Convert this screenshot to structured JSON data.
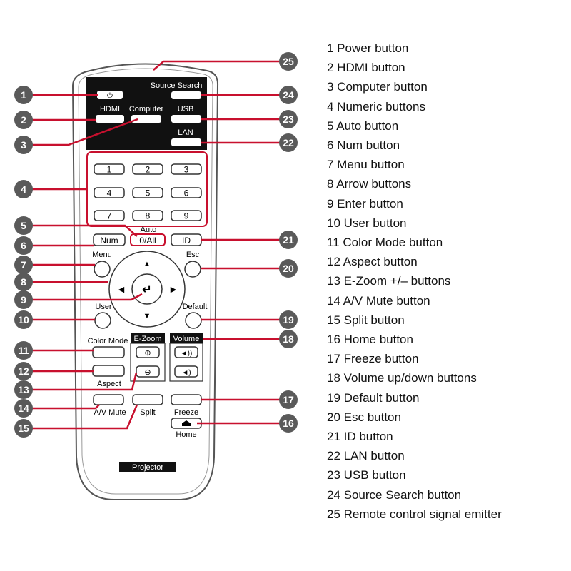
{
  "remote": {
    "top_labels": {
      "power": "⏻",
      "source_search": "Source Search",
      "hdmi": "HDMI",
      "computer": "Computer",
      "usb": "USB",
      "lan": "LAN"
    },
    "numeric_keys": [
      "1",
      "2",
      "3",
      "4",
      "5",
      "6",
      "7",
      "8",
      "9"
    ],
    "labels": {
      "auto": "Auto",
      "zero_all": "0/All",
      "num": "Num",
      "id": "ID",
      "menu": "Menu",
      "esc": "Esc",
      "user": "User",
      "default": "Default",
      "color_mode": "Color Mode",
      "aspect": "Aspect",
      "ezoom": "E-Zoom",
      "volume": "Volume",
      "av_mute": "A/V Mute",
      "split": "Split",
      "freeze": "Freeze",
      "home": "Home",
      "projector": "Projector"
    },
    "callout_numbers": [
      "1",
      "2",
      "3",
      "4",
      "5",
      "6",
      "7",
      "8",
      "9",
      "10",
      "11",
      "12",
      "13",
      "14",
      "15",
      "16",
      "17",
      "18",
      "19",
      "20",
      "21",
      "22",
      "23",
      "24",
      "25"
    ],
    "accent_color": "#c8102e",
    "callout_color": "#5a5a5a"
  },
  "legend": [
    "1 Power button",
    "2 HDMI button",
    "3 Computer button",
    "4 Numeric buttons",
    "5 Auto button",
    "6 Num button",
    "7 Menu button",
    "8 Arrow buttons",
    "9 Enter button",
    "10 User button",
    "11 Color Mode button",
    "12 Aspect button",
    "13 E-Zoom +/– buttons",
    "14 A/V Mute button",
    "15 Split button",
    "16 Home button",
    "17 Freeze button",
    "18 Volume up/down buttons",
    "19 Default button",
    "20 Esc button",
    "21 ID button",
    "22 LAN button",
    "23 USB button",
    "24 Source Search button",
    "25 Remote control signal emitter"
  ]
}
